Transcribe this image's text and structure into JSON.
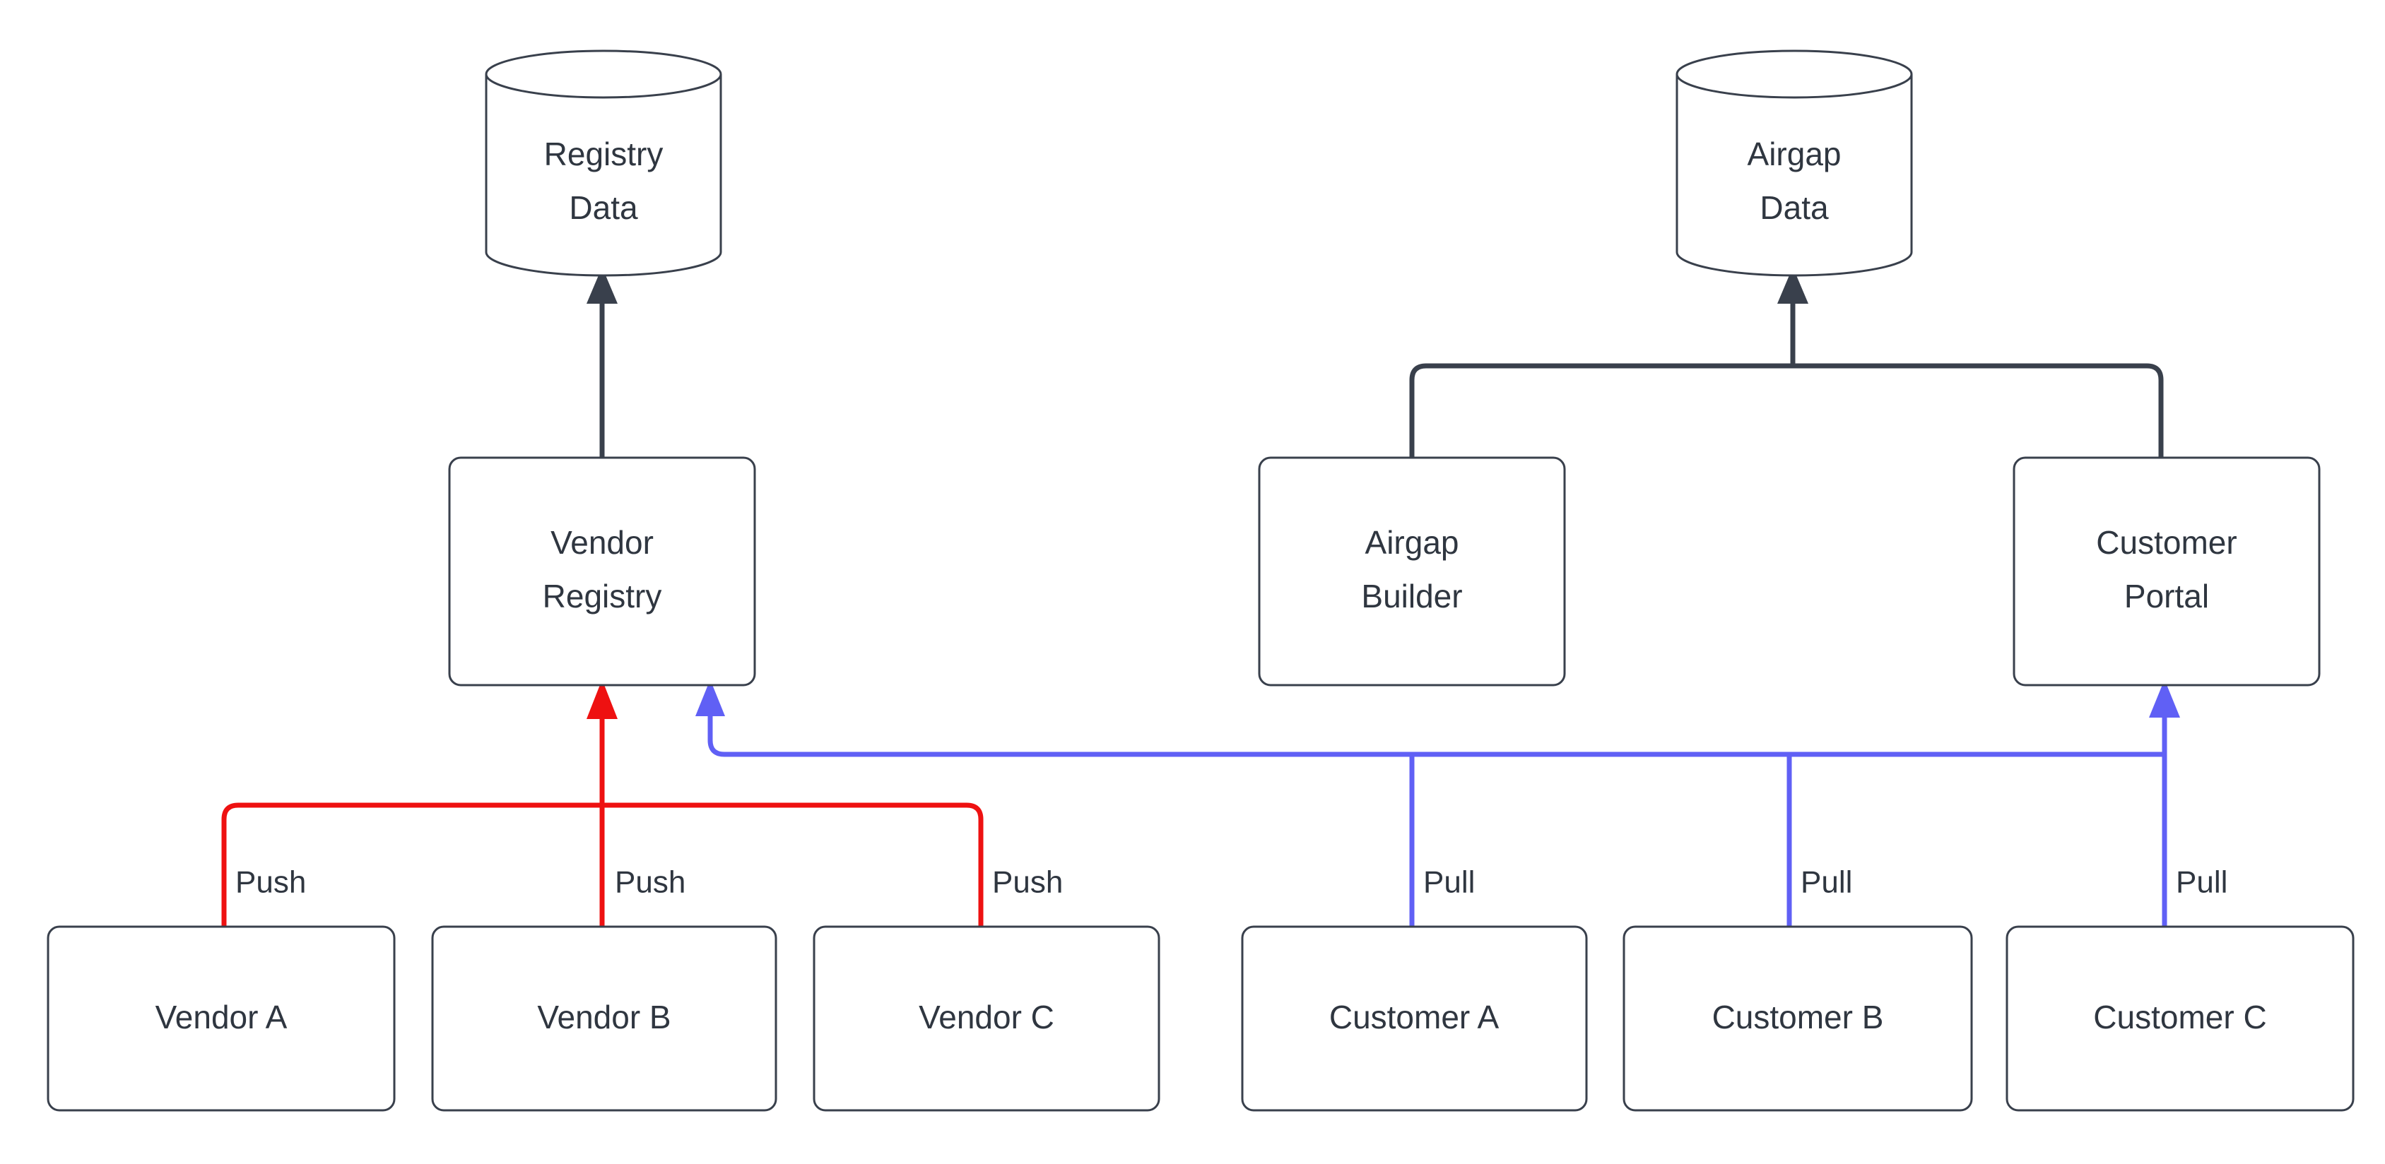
{
  "diagram": {
    "background_color": "#ffffff",
    "node_stroke_color": "#39404c",
    "node_fill_color": "#ffffff",
    "text_color": "#2f3640",
    "push_color": "#ee1111",
    "pull_color": "#6060f5",
    "datastores": [
      {
        "id": "registry-data",
        "line1": "Registry",
        "line2": "Data",
        "shape": "cylinder"
      },
      {
        "id": "airgap-data",
        "line1": "Airgap",
        "line2": "Data",
        "shape": "cylinder"
      }
    ],
    "services": [
      {
        "id": "vendor-registry",
        "line1": "Vendor",
        "line2": "Registry",
        "shape": "rounded-rect"
      },
      {
        "id": "airgap-builder",
        "line1": "Airgap",
        "line2": "Builder",
        "shape": "rounded-rect"
      },
      {
        "id": "customer-portal",
        "line1": "Customer",
        "line2": "Portal",
        "shape": "rounded-rect"
      }
    ],
    "actors": [
      {
        "id": "vendor-a",
        "label": "Vendor A",
        "group": "vendor"
      },
      {
        "id": "vendor-b",
        "label": "Vendor B",
        "group": "vendor"
      },
      {
        "id": "vendor-c",
        "label": "Vendor C",
        "group": "vendor"
      },
      {
        "id": "customer-a",
        "label": "Customer A",
        "group": "customer"
      },
      {
        "id": "customer-b",
        "label": "Customer B",
        "group": "customer"
      },
      {
        "id": "customer-c",
        "label": "Customer C",
        "group": "customer"
      }
    ],
    "edge_labels": {
      "push_a": "Push",
      "push_b": "Push",
      "push_c": "Push",
      "pull_a": "Pull",
      "pull_b": "Pull",
      "pull_c": "Pull"
    }
  }
}
